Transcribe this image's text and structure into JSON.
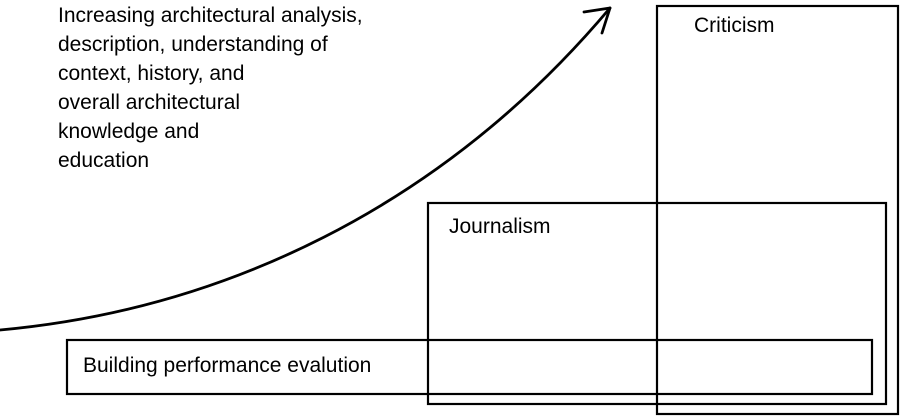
{
  "curve_caption": {
    "lines": [
      "Increasing architectural analysis,",
      "description, understanding of",
      "context, history, and",
      "overall architectural",
      "knowledge and",
      "education"
    ]
  },
  "boxes": {
    "criticism": {
      "label": "Criticism"
    },
    "journalism": {
      "label": "Journalism"
    },
    "building_performance": {
      "label": "Building performance evalution"
    }
  },
  "colors": {
    "stroke": "#000000",
    "background": "#ffffff"
  }
}
